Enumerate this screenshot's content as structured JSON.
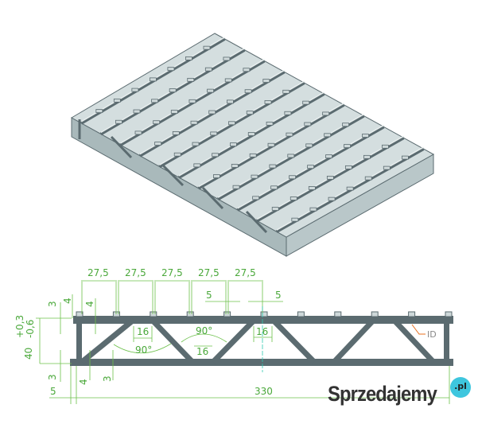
{
  "dimensions": {
    "pitch": [
      "27,5",
      "27,5",
      "27,5",
      "27,5",
      "27,5"
    ],
    "tab_width_a": "5",
    "tab_width_b": "5",
    "tab_height_left": "3",
    "flange_top_left": "4",
    "flange_top_inner": "4",
    "height_tolerance": "+0,3\n-0,6",
    "height_tol_plus": "+0,3",
    "height_tol_minus": "-0,6",
    "height": "40",
    "web_gap_top": "16",
    "web_gap_bottom": "16",
    "web_gap_right": "16",
    "angle_left": "90°",
    "angle_right": "90°",
    "bottom_left_3": "3",
    "bottom_left_4": "4",
    "bottom_inner_3": "3",
    "offset": "5",
    "length": "330",
    "label_id": "ID"
  },
  "colors": {
    "beam": "#5b6b70",
    "dimension": "#4aa83a",
    "leader": "#e8701f",
    "logo_dot": "#3ec6de"
  },
  "watermark": {
    "text": "Sprzedajemy",
    "suffix": ".pl"
  }
}
